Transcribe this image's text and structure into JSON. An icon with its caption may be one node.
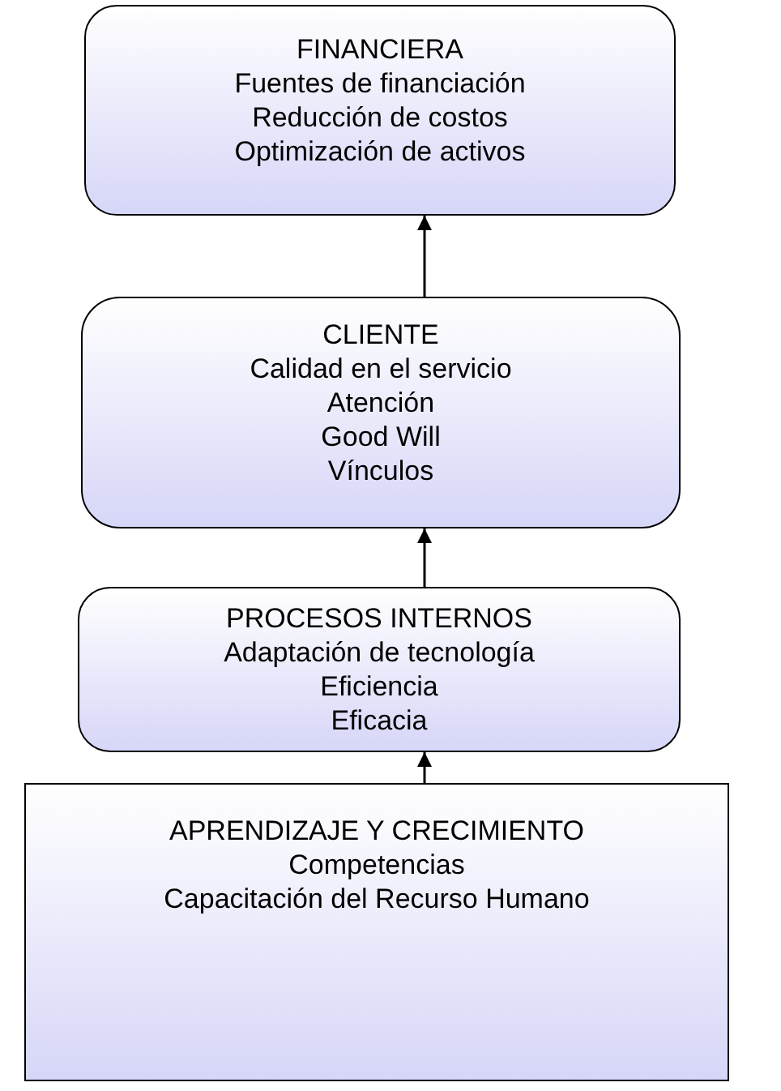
{
  "diagram": {
    "nodes": [
      {
        "text": [
          "FINANCIERA",
          "Fuentes de financiación",
          "Reducción de costos",
          "Optimización de activos"
        ]
      },
      {
        "text": [
          "CLIENTE",
          "Calidad en el servicio",
          "Atención",
          "Good Will",
          "Vínculos"
        ]
      },
      {
        "text": [
          "PROCESOS INTERNOS",
          "Adaptación de tecnología",
          "Eficiencia",
          "Eficacia"
        ]
      },
      {
        "text": [
          "APRENDIZAJE Y CRECIMIENTO",
          "Competencias",
          "Capacitación del Recurso Humano"
        ]
      }
    ],
    "edges": [
      {
        "from": 3,
        "to": 2,
        "arrow": "to"
      },
      {
        "from": 2,
        "to": 1,
        "arrow": "to"
      },
      {
        "from": 1,
        "to": 0,
        "arrow": "to"
      }
    ]
  }
}
